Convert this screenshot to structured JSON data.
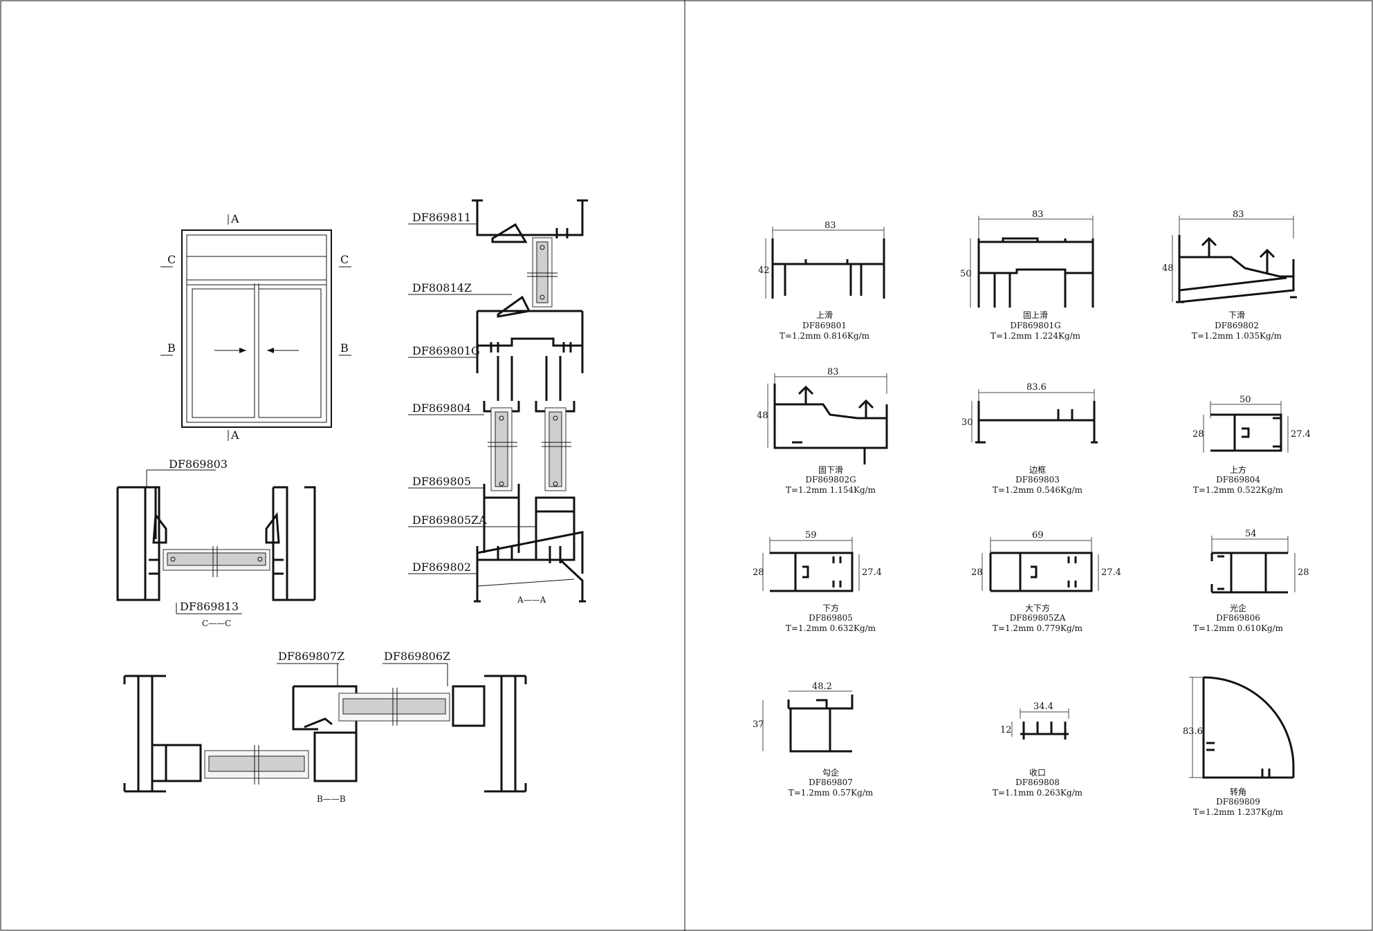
{
  "elevation": {
    "marks": {
      "a_top": "A",
      "a_bottom": "A",
      "c_left": "C",
      "c_right": "C",
      "b_left": "B",
      "b_right": "B"
    }
  },
  "section_aa": {
    "title": "A——A",
    "callouts": [
      "DF869811",
      "DF80814Z",
      "DF869801G",
      "DF869804",
      "DF869805",
      "DF869805ZA",
      "DF869802"
    ]
  },
  "section_cc": {
    "title": "C——C",
    "callouts": [
      "DF869803",
      "DF869813"
    ]
  },
  "section_bb": {
    "title": "B——B",
    "callouts": [
      "DF869807Z",
      "DF869806Z"
    ]
  },
  "profiles": [
    {
      "name": "上滑",
      "code": "DF869801",
      "spec": "T=1.2mm 0.816Kg/m",
      "dims": [
        "83",
        "42"
      ]
    },
    {
      "name": "固上滑",
      "code": "DF869801G",
      "spec": "T=1.2mm 1.224Kg/m",
      "dims": [
        "83",
        "50"
      ]
    },
    {
      "name": "下滑",
      "code": "DF869802",
      "spec": "T=1.2mm 1.035Kg/m",
      "dims": [
        "83",
        "48"
      ]
    },
    {
      "name": "固下滑",
      "code": "DF869802G",
      "spec": "T=1.2mm 1.154Kg/m",
      "dims": [
        "83",
        "48"
      ]
    },
    {
      "name": "边框",
      "code": "DF869803",
      "spec": "T=1.2mm 0.546Kg/m",
      "dims": [
        "83.6",
        "30"
      ]
    },
    {
      "name": "上方",
      "code": "DF869804",
      "spec": "T=1.2mm 0.522Kg/m",
      "dims": [
        "50",
        "28",
        "27.4"
      ]
    },
    {
      "name": "下方",
      "code": "DF869805",
      "spec": "T=1.2mm 0.632Kg/m",
      "dims": [
        "59",
        "28",
        "27.4"
      ]
    },
    {
      "name": "大下方",
      "code": "DF869805ZA",
      "spec": "T=1.2mm 0.779Kg/m",
      "dims": [
        "69",
        "28",
        "27.4"
      ]
    },
    {
      "name": "光企",
      "code": "DF869806",
      "spec": "T=1.2mm 0.610Kg/m",
      "dims": [
        "54",
        "28"
      ]
    },
    {
      "name": "勾企",
      "code": "DF869807",
      "spec": "T=1.2mm 0.57Kg/m",
      "dims": [
        "48.2",
        "37"
      ]
    },
    {
      "name": "收口",
      "code": "DF869808",
      "spec": "T=1.1mm 0.263Kg/m",
      "dims": [
        "34.4",
        "12"
      ]
    },
    {
      "name": "转角",
      "code": "DF869809",
      "spec": "T=1.2mm 1.237Kg/m",
      "dims": [
        "83.6"
      ]
    }
  ]
}
